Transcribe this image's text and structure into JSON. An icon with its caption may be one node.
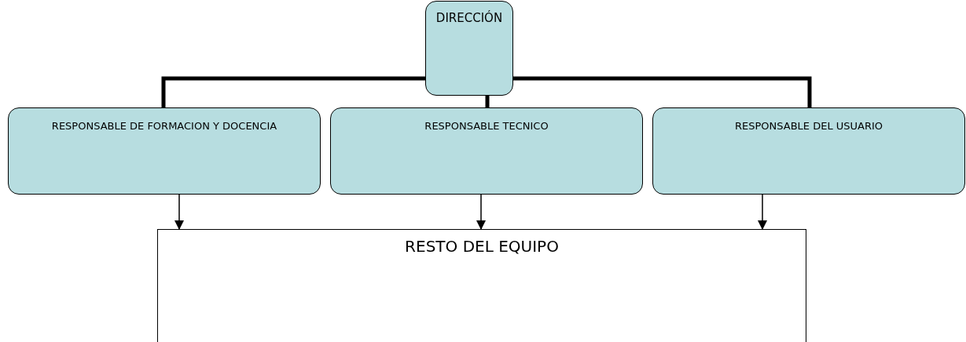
{
  "diagram": {
    "nodes": [
      {
        "text": [
          "DIRECCIÓN"
        ]
      },
      {
        "text": [
          "RESPONSABLE DE FORMACION Y DOCENCIA"
        ]
      },
      {
        "text": [
          "RESPONSABLE TECNICO"
        ]
      },
      {
        "text": [
          "RESPONSABLE DEL USUARIO"
        ]
      },
      {
        "text": [
          "RESTO DEL EQUIPO"
        ]
      }
    ],
    "edges": [
      {
        "from": 0,
        "to": 1,
        "arrow": "none",
        "style": "thick"
      },
      {
        "from": 0,
        "to": 2,
        "arrow": "none",
        "style": "thick"
      },
      {
        "from": 0,
        "to": 3,
        "arrow": "none",
        "style": "thick"
      },
      {
        "from": 1,
        "to": 4,
        "arrow": "to"
      },
      {
        "from": 2,
        "to": 4,
        "arrow": "to"
      },
      {
        "from": 3,
        "to": 4,
        "arrow": "to"
      }
    ]
  }
}
